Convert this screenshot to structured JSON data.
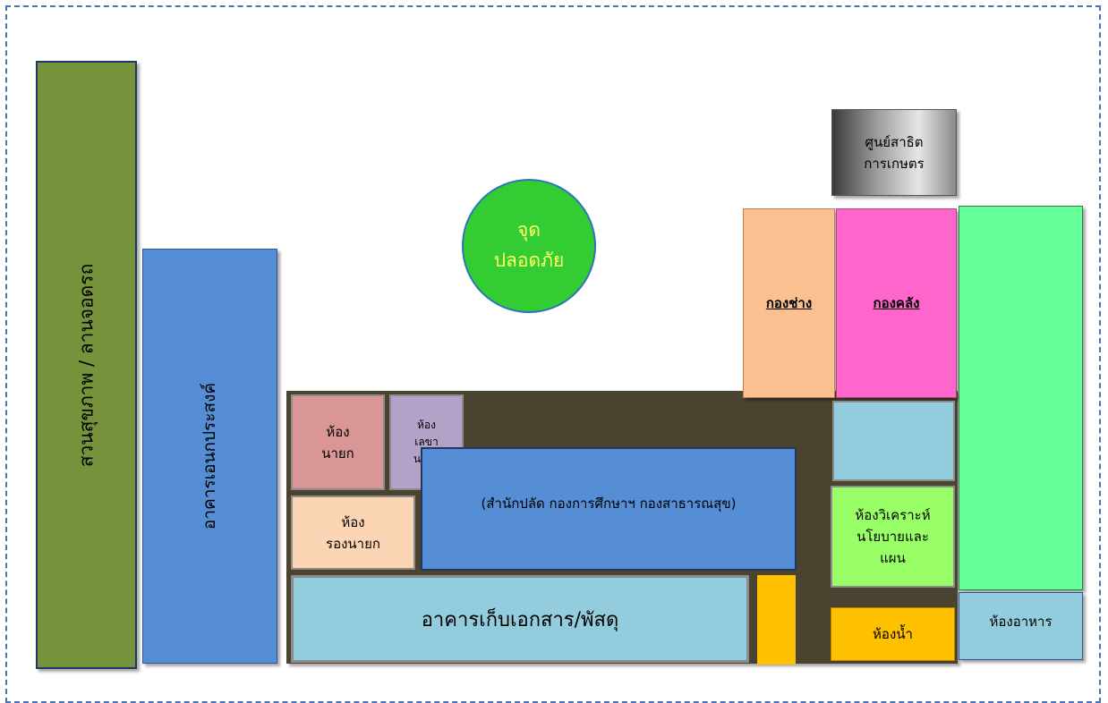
{
  "plan": {
    "park_label": "สวนสุขภาพ / ลานจอดรถ",
    "multi_purpose_label": "อาคารเอนกประสงค์",
    "safe_point": {
      "line1": "จุด",
      "line2": "ปลอดภัย"
    },
    "agri_center": {
      "line1": "ศูนย์สาธิต",
      "line2": "การเกษตร"
    },
    "engineering_label": "กองช่าง",
    "finance_label": "กองคลัง",
    "mayor_room": {
      "line1": "ห้อง",
      "line2": "นายก"
    },
    "secretary_room": {
      "line1": "ห้อง",
      "line2": "เลขา",
      "line3": "นายก"
    },
    "deputy_room": {
      "line1": "ห้อง",
      "line2": "รองนายก"
    },
    "offices_label": "(สำนักปลัด  กองการศึกษาฯ กองสาธารณสุข)",
    "storage_label": "อาคารเก็บเอกสาร/พัสดุ",
    "analysis_room": {
      "line1": "ห้องวิเคราะห์",
      "line2": "นโยบายและ",
      "line3": "แผน"
    },
    "restroom_label": "ห้องน้ำ",
    "canteen_label": "ห้องอาหาร"
  },
  "colors": {
    "park": "#76933c",
    "multi_purpose": "#558ed5",
    "safe_point": "#33cc33",
    "safe_text": "#ffff66",
    "building_base": "#4a4330",
    "engineering": "#fac090",
    "finance": "#ff66cc",
    "green_hall": "#66ff99",
    "mayor": "#d99694",
    "secretary": "#b3a2c7",
    "deputy": "#fcd5b5",
    "offices": "#558ed5",
    "storage": "#93cddd",
    "light_blue": "#93cddd",
    "analysis": "#99ff66",
    "orange": "#ffc000",
    "canteen": "#93cddd"
  }
}
